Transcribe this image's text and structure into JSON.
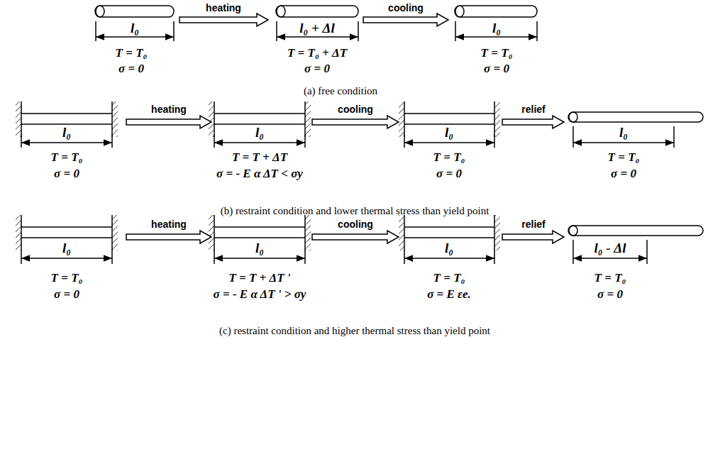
{
  "diagram": {
    "caption": "",
    "labels": [
      "l₀",
      "heating",
      "l₀ + Δl",
      "cooling",
      "l₀",
      "T = T₀",
      "σ = 0",
      "T = T₀ + ΔT",
      "σ = 0",
      "T = T₀",
      "σ = 0",
      "(a) free condition",
      "l₀",
      "T = T₀",
      "σ = 0",
      "heating",
      "l₀",
      "T = T + ΔT",
      "σ = - E α ΔT < σy",
      "cooling",
      "l₀",
      "T = T₀",
      "σ = 0",
      "relief",
      "l₀",
      "T = T₀",
      "σ = 0",
      "(b) restraint condition and lower thermal stress than yield point",
      "l₀",
      "T = T₀",
      "σ = 0",
      "heating",
      "l₀",
      "T = T + ΔT '",
      "σ = - E α ΔT ' > σy",
      "cooling",
      "l₀",
      "T = T₀",
      "σ = E εe.",
      "relief",
      "l₀ - Δl",
      "T = T₀",
      "σ = 0",
      "(c) restraint condition and higher thermal stress than yield point"
    ]
  }
}
